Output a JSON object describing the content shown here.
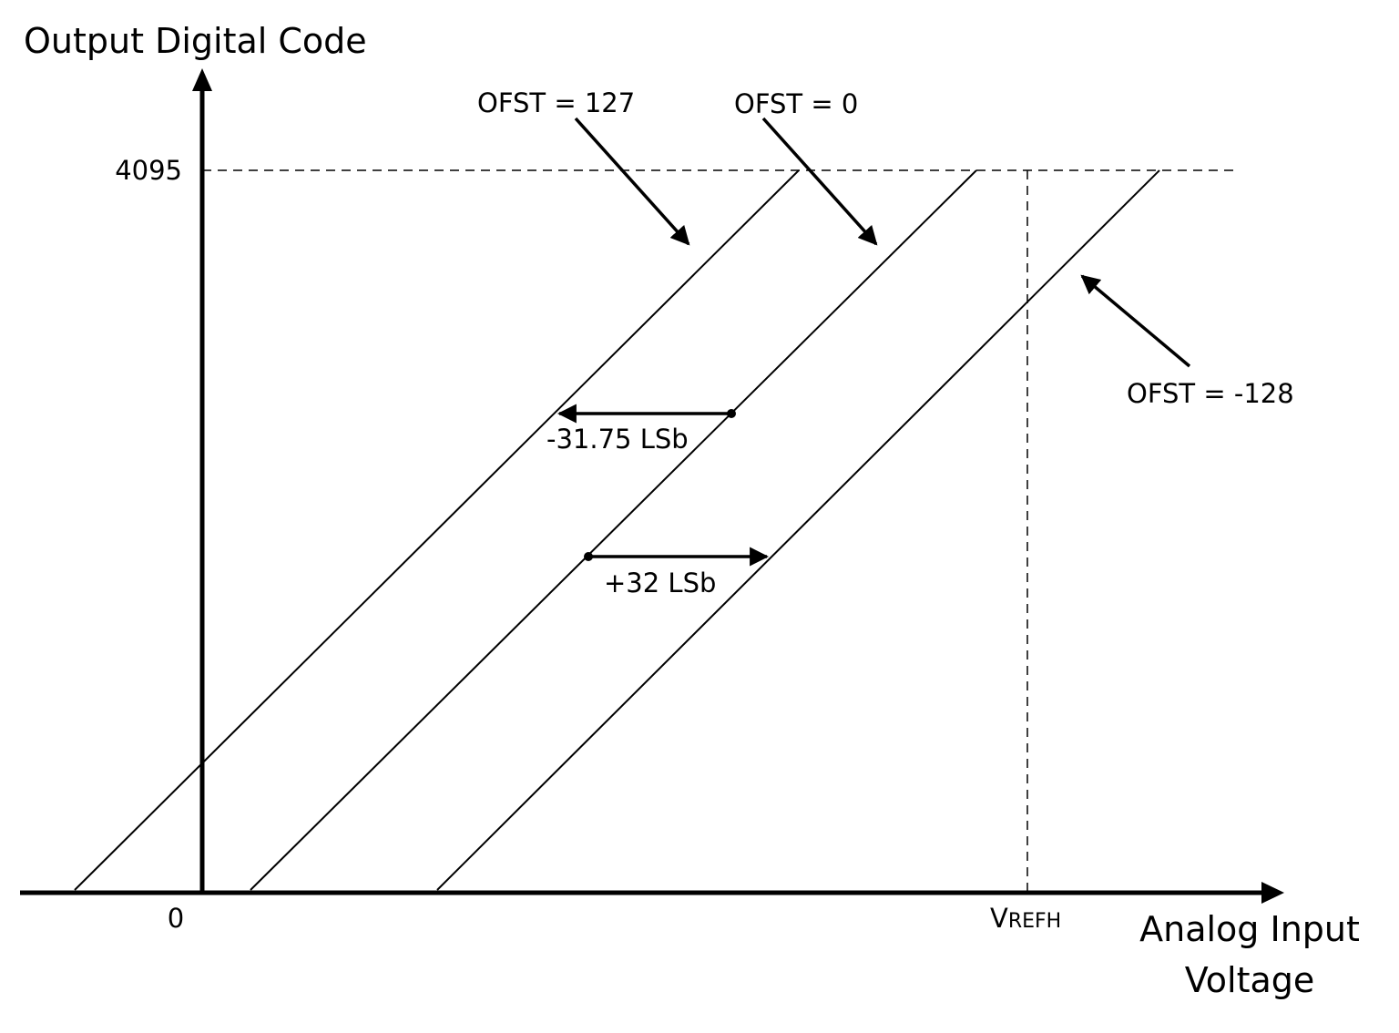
{
  "y_axis_label": "Output Digital Code",
  "x_axis_label_line1": "Analog Input",
  "x_axis_label_line2": "Voltage",
  "y_tick_max": "4095",
  "x_tick_zero": "0",
  "x_tick_vrefh": {
    "main": "V",
    "sub": "REFH"
  },
  "lines": [
    {
      "label": "OFST = 127"
    },
    {
      "label": "OFST = 0"
    },
    {
      "label": "OFST = -128"
    }
  ],
  "shift_negative_label": "-31.75 LSb",
  "shift_positive_label": "+32 LSb"
}
